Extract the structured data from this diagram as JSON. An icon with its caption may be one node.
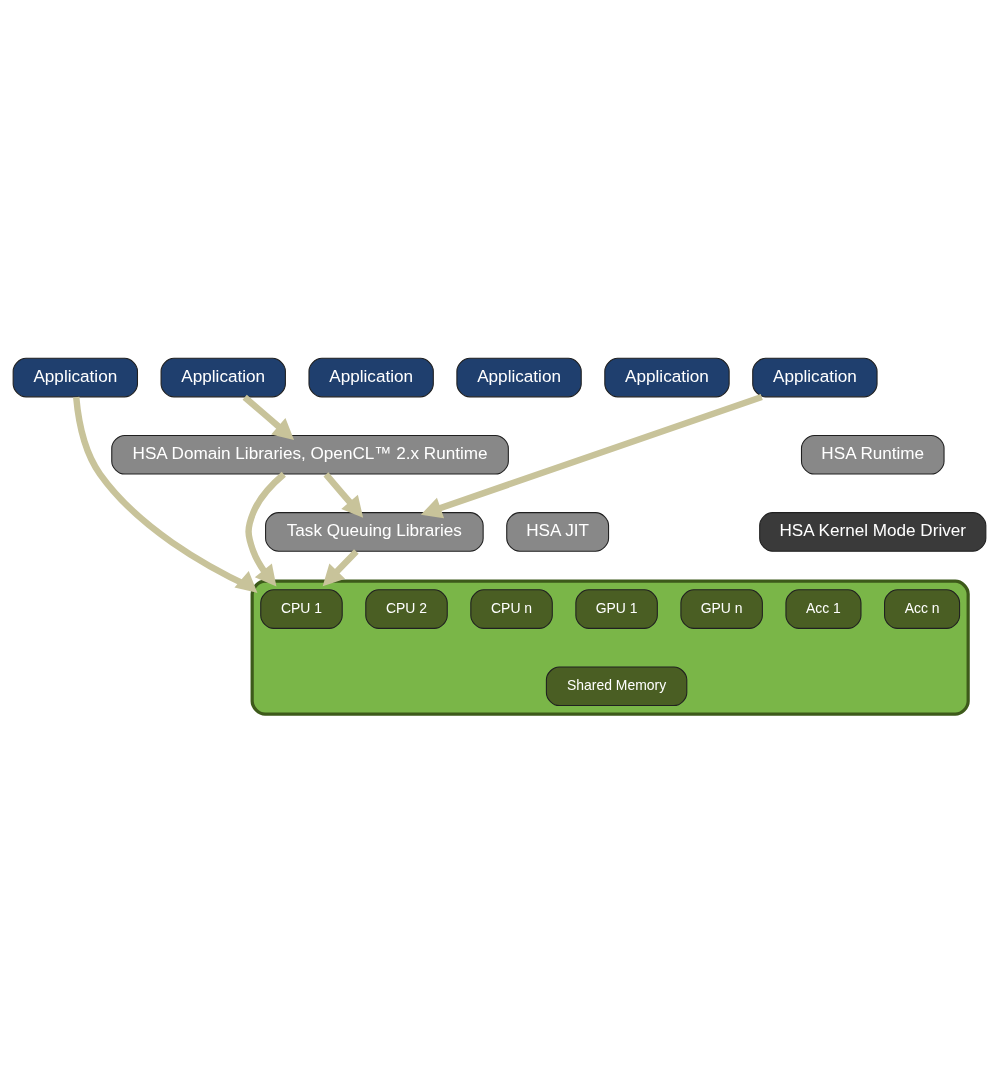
{
  "diagram": {
    "nodes": [
      {
        "text": [
          "Application"
        ]
      },
      {
        "text": [
          "Application"
        ]
      },
      {
        "text": [
          "Application"
        ]
      },
      {
        "text": [
          "Application"
        ]
      },
      {
        "text": [
          "Application"
        ]
      },
      {
        "text": [
          "Application"
        ]
      },
      {
        "text": [
          "HSA Domain Libraries, OpenCL™ 2.x Runtime"
        ]
      },
      {
        "text": [
          "HSA Runtime"
        ]
      },
      {
        "text": [
          "HSA JIT"
        ]
      },
      {
        "text": [
          "Task Queuing Libraries"
        ]
      },
      {
        "text": [
          "HSA Kernel Mode Driver"
        ]
      },
      {
        "text": [],
        "shape": "box"
      },
      {
        "text": [
          "CPU 1"
        ],
        "in": 11
      },
      {
        "text": [
          "CPU 2"
        ],
        "in": 11
      },
      {
        "text": [
          "CPU n"
        ],
        "in": 11
      },
      {
        "text": [
          "GPU 1"
        ],
        "in": 11
      },
      {
        "text": [
          "GPU n"
        ],
        "in": 11
      },
      {
        "text": [
          "Acc 1"
        ],
        "in": 11
      },
      {
        "text": [
          "Acc n"
        ],
        "in": 11
      },
      {
        "text": [
          "Shared Memory"
        ],
        "in": 11
      }
    ],
    "edges": [
      {
        "from": 0,
        "to": 11,
        "arrow": "to"
      },
      {
        "from": 1,
        "to": 6,
        "arrow": "to"
      },
      {
        "from": 6,
        "to": 11,
        "arrow": "to"
      },
      {
        "from": 6,
        "to": 9,
        "arrow": "to"
      },
      {
        "from": 5,
        "to": 9,
        "arrow": "to"
      },
      {
        "from": 9,
        "to": 11,
        "arrow": "to"
      }
    ]
  }
}
